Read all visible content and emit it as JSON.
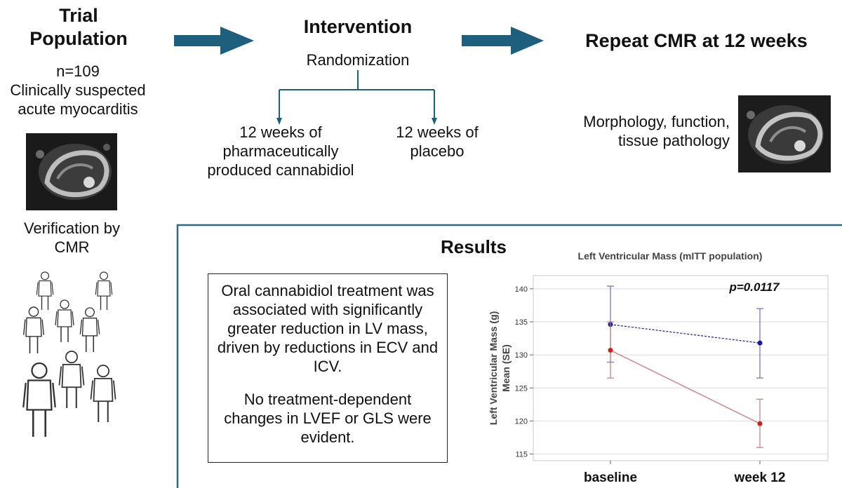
{
  "trial": {
    "title": "Trial Population",
    "n": "n=109",
    "description": "Clinically suspected acute myocarditis",
    "verification": "Verification by CMR"
  },
  "intervention": {
    "title": "Intervention",
    "randomization": "Randomization",
    "arm_cbd": "12 weeks of pharmaceutically produced cannabidiol",
    "arm_placebo": "12 weeks of placebo"
  },
  "repeat": {
    "title": "Repeat CMR at 12 weeks",
    "description": "Morphology, function, tissue pathology"
  },
  "results": {
    "title": "Results",
    "paragraph1": "Oral cannabidiol treatment was associated  with significantly greater reduction in  LV mass, driven by reductions in ECV and ICV.",
    "paragraph2": "No treatment-dependent changes in LVEF or GLS were evident."
  },
  "colors": {
    "arrow": "#1d5f7c",
    "panel_line": "#2a6a86",
    "placebo": "#1a1aa8",
    "cbd": "#cc2020",
    "placebo_err": "#6d6db0",
    "cbd_err": "#c47a7a"
  },
  "chart_data": {
    "type": "line",
    "title": "Left Ventricular Mass (mITT population)",
    "xlabel": "",
    "ylabel": "Left Ventricular Mass (g) Mean (SE)",
    "ylabel_lines": [
      "Left Ventricular Mass (g)",
      "Mean (SE)"
    ],
    "categories": [
      "baseline",
      "week 12"
    ],
    "ylim": [
      114,
      142
    ],
    "yticks": [
      115,
      120,
      125,
      130,
      135,
      140
    ],
    "grid": true,
    "annotation": "p=0.0117",
    "series": [
      {
        "key": "placebo",
        "values": [
          134.6,
          131.8
        ],
        "lower": [
          128.9,
          126.5
        ],
        "upper": [
          140.4,
          137.0
        ],
        "color": "#1a1aa8",
        "err_color": "#6d6db0",
        "dash": "3,2"
      },
      {
        "key": "cbd",
        "values": [
          130.7,
          119.6
        ],
        "lower": [
          126.5,
          116.0
        ],
        "upper": [
          135.0,
          123.3
        ],
        "color": "#cc2020",
        "err_color": "#c47a7a",
        "dash": ""
      }
    ]
  }
}
